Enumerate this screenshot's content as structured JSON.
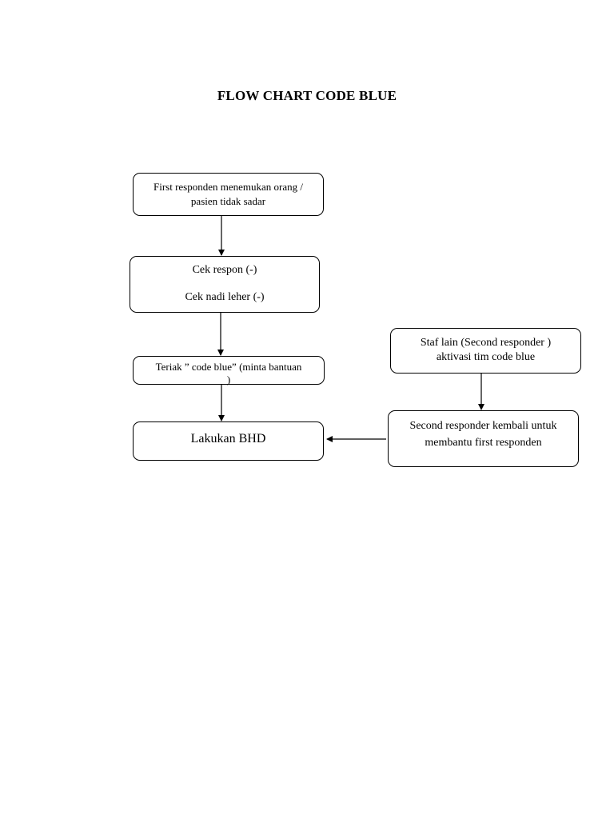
{
  "title": "FLOW CHART CODE BLUE",
  "nodes": {
    "first_responder": {
      "lines": [
        "First responden menemukan orang /",
        "pasien tidak sadar"
      ]
    },
    "check": {
      "lines": [
        "Cek respon (-)",
        "Cek nadi leher (-)"
      ]
    },
    "shout": {
      "lines": [
        "Teriak ” code blue”  (minta bantuan",
        ")"
      ]
    },
    "bhd": {
      "label": "Lakukan BHD"
    },
    "other_staff": {
      "lines": [
        "Staf lain (Second responder )",
        "aktivasi tim code blue"
      ]
    },
    "second_return": {
      "lines": [
        "Second responder kembali untuk",
        "membantu first responden"
      ]
    }
  },
  "edges": [
    {
      "from": "first_responder",
      "to": "check"
    },
    {
      "from": "check",
      "to": "shout"
    },
    {
      "from": "shout",
      "to": "bhd"
    },
    {
      "from": "other_staff",
      "to": "second_return"
    },
    {
      "from": "second_return",
      "to": "bhd"
    }
  ]
}
